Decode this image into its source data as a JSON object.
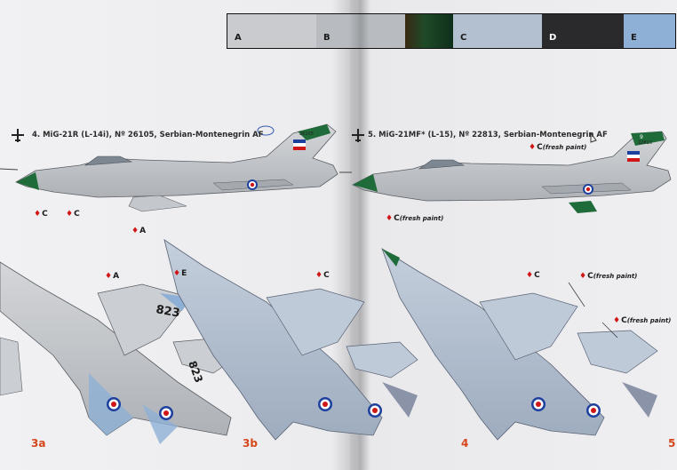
{
  "swatches": [
    {
      "label": "A",
      "color": "#c9cbce"
    },
    {
      "label": "B",
      "color": "#b8bcc0"
    },
    {
      "label": "C",
      "color": "#b3c0d0"
    },
    {
      "label": "D",
      "color": "#2a2a2c"
    },
    {
      "label": "E",
      "color": "#8fb0d6"
    }
  ],
  "accent_colors": {
    "drop": "#d01616",
    "view_number": "#d5471b",
    "green": "#1f6b3a"
  },
  "profiles": [
    {
      "caption": "4. MiG-21R (L-14i), Nº 26105, Serbian-Montenegrin AF"
    },
    {
      "caption": "5. MiG-21MF* (L-15), Nº 22813, Serbian-Montenegrin AF"
    }
  ],
  "markers": {
    "p4_nose": "C",
    "p4_intake": "C",
    "p4_pod": "A",
    "p5_top": "C",
    "p5_top_note": "(fresh paint)",
    "p5_bottom": "C",
    "p5_bottom_note": "(fresh paint)",
    "v3a_wing": "A",
    "v3a_tail": "E",
    "v3b_wing": "C",
    "v4_wing": "C",
    "v4_mid": "C",
    "v4_mid_note": "(fresh paint)",
    "v4_tail": "C",
    "v4_tail_note": "(fresh paint)"
  },
  "aircraft_numbers": {
    "wing": "823",
    "tail": "823",
    "fin_4": "26105",
    "fin_5": "22813",
    "fin_5_top": "9"
  },
  "views": [
    "3a",
    "3b",
    "4",
    "5"
  ],
  "icons": [
    "aircraft-silhouette-icon",
    "aircraft-silhouette-icon"
  ]
}
